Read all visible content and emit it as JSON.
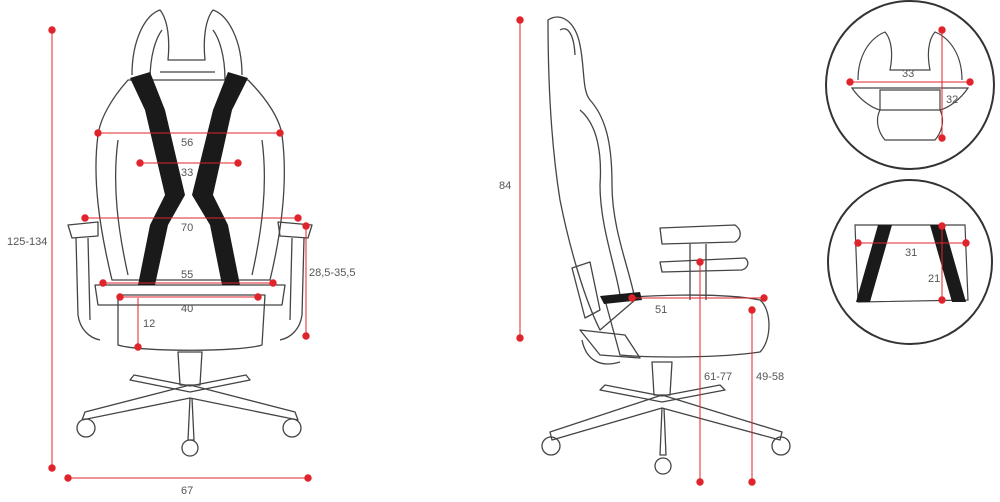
{
  "colors": {
    "outline": "#444444",
    "dimension": "#e0242b",
    "stripe": "#1a1a1a",
    "label": "#555555",
    "background": "#ffffff"
  },
  "front_view": {
    "total_height": "125-134",
    "base_width": "67",
    "shoulder_width": "56",
    "upper_back_width": "33",
    "armrest_span": "70",
    "seat_back_width": "55",
    "seat_width": "40",
    "seat_thickness": "12",
    "armrest_height": "28,5-35,5"
  },
  "side_view": {
    "backrest_height": "84",
    "seat_depth": "51",
    "armrest_floor_height": "61-77",
    "seat_floor_height": "49-58"
  },
  "headrest_detail": {
    "width": "33",
    "height": "32"
  },
  "lumbar_detail": {
    "width": "31",
    "height": "21"
  }
}
